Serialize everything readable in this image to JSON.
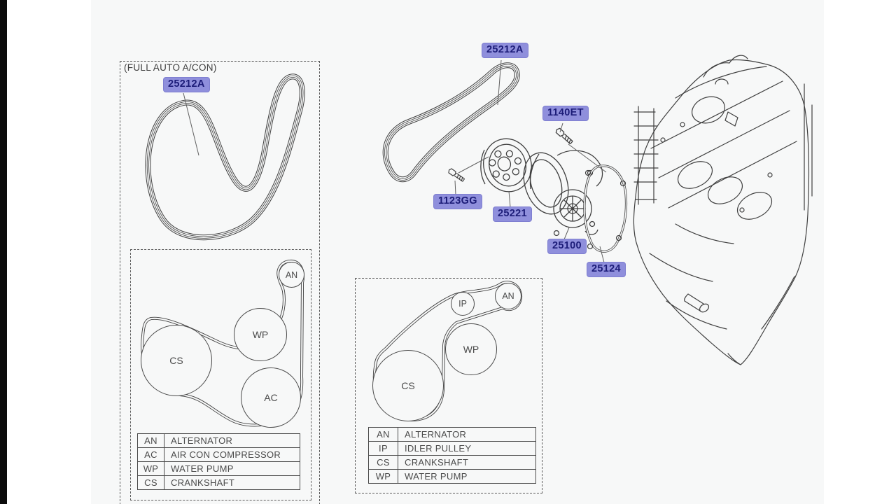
{
  "page": {
    "canvas_bg": "#f7f8f8",
    "line_color": "#3f3f3f",
    "label_bg": "#8f8fdc",
    "label_text_color": "#1c1c78"
  },
  "left": {
    "header": "(FULL AUTO A/CON)",
    "belt_label": "25212A",
    "pulleys": [
      {
        "code": "AN"
      },
      {
        "code": "WP"
      },
      {
        "code": "CS"
      },
      {
        "code": "AC"
      }
    ],
    "legend": [
      {
        "code": "AN",
        "name": "ALTERNATOR"
      },
      {
        "code": "AC",
        "name": "AIR CON COMPRESSOR"
      },
      {
        "code": "WP",
        "name": "WATER PUMP"
      },
      {
        "code": "CS",
        "name": "CRANKSHAFT"
      }
    ]
  },
  "center": {
    "belt_label": "25212A",
    "labels": {
      "bolt_top": "1140ET",
      "bolt_small": "1123GG",
      "pulley": "25221",
      "pump": "25100",
      "gasket": "25124"
    },
    "pulleys": [
      {
        "code": "IP"
      },
      {
        "code": "AN"
      },
      {
        "code": "WP"
      },
      {
        "code": "CS"
      }
    ],
    "legend": [
      {
        "code": "AN",
        "name": "ALTERNATOR"
      },
      {
        "code": "IP",
        "name": "IDLER PULLEY"
      },
      {
        "code": "CS",
        "name": "CRANKSHAFT"
      },
      {
        "code": "WP",
        "name": "WATER PUMP"
      }
    ]
  }
}
